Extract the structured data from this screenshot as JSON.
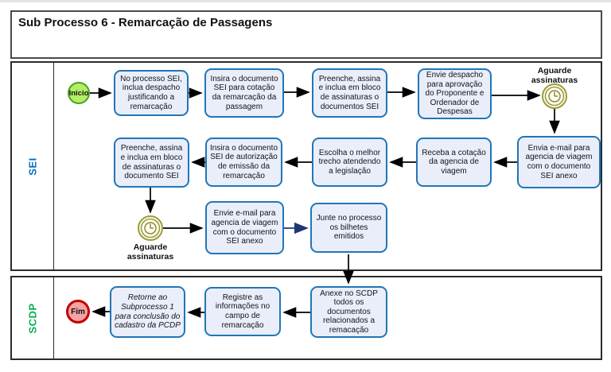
{
  "title": "Sub Processo 6 - Remarcação de Passagens",
  "lanes": [
    {
      "id": "sei",
      "label": "SEI",
      "label_color": "#0070c0"
    },
    {
      "id": "scdp",
      "label": "SCDP",
      "label_color": "#00b050"
    }
  ],
  "events": {
    "start": {
      "label": "Inicio",
      "fill": "#b4ef63",
      "stroke": "#44a22b"
    },
    "end": {
      "label": "Fim",
      "fill": "#f4a3a3",
      "stroke": "#c00000"
    },
    "timer_top": {
      "label": "Aguarde assinaturas"
    },
    "timer_mid": {
      "label": "Aguarde assinaturas"
    }
  },
  "tasks": {
    "t1": "No processo SEI, inclua despacho justificando a remarcação",
    "t2": "Insira o documento SEI para cotação da remarcação da passagem",
    "t3": "Preenche, assina e inclua em bloco de assinaturas o documentos SEI",
    "t4": "Envie despacho para aprovação do Proponente e Ordenador de Despesas",
    "t5": "Envia e-mail para agencia de viagem com o documento SEI anexo",
    "t6": "Receba a cotação da agencia de viagem",
    "t7": "Escolha o melhor trecho atendendo a legislação",
    "t8": "Insira o documento SEI de autorização de emissão da remarcação",
    "t9": "Preenche, assina e inclua em bloco de assinaturas o documento SEI",
    "t10": "Envie e-mail para agencia de viagem com o documento SEI anexo",
    "t11": "Junte no processo os bilhetes emitidos",
    "t12": "Anexe no SCDP todos os documentos relacionados a remacação",
    "t13": "Registre as informações no campo de remarcação",
    "t14": "Retorne ao Subprocesso 1 para conclusão do cadastro da PCDP"
  },
  "colors": {
    "task_fill": "#e9eefa",
    "task_border": "#2176b6",
    "arrow": "#000000",
    "arrow_alt": "#1f3575",
    "timer": "#9b9b3a"
  }
}
